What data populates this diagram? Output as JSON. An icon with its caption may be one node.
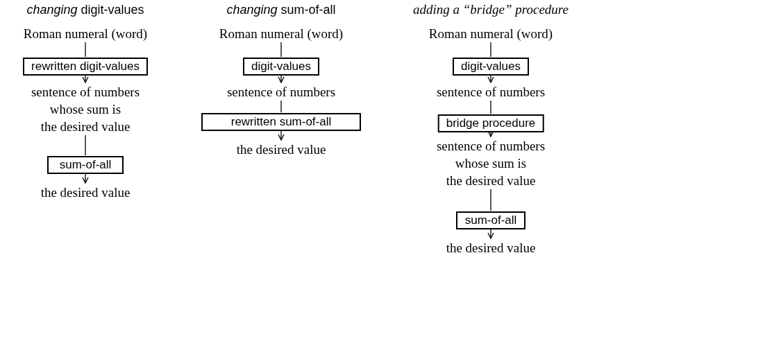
{
  "diagram": {
    "nodes": [
      {
        "text": [
          "Roman numeral (word)"
        ]
      },
      {
        "text": [
          "rewritten digit-values"
        ]
      },
      {
        "text": [
          "sentence of numbers whose sum is the desired value"
        ]
      },
      {
        "text": [
          "sum-of-all"
        ]
      },
      {
        "text": [
          "the desired value"
        ]
      },
      {
        "text": [
          "Roman numeral (word)"
        ]
      },
      {
        "text": [
          "digit-values"
        ]
      },
      {
        "text": [
          "sentence of numbers"
        ]
      },
      {
        "text": [
          "rewritten sum-of-all"
        ]
      },
      {
        "text": [
          "the desired value"
        ]
      },
      {
        "text": [
          "Roman numeral (word)"
        ]
      },
      {
        "text": [
          "digit-values"
        ]
      },
      {
        "text": [
          "sentence of numbers"
        ]
      },
      {
        "text": [
          "bridge procedure"
        ]
      },
      {
        "text": [
          "sentence of numbers whose sum is the desired value"
        ]
      },
      {
        "text": [
          "sum-of-all"
        ]
      },
      {
        "text": [
          "the desired value"
        ]
      }
    ],
    "edges": [
      {
        "from": 0,
        "to": 1,
        "arrow": "none"
      },
      {
        "from": 1,
        "to": 2,
        "arrow": "to"
      },
      {
        "from": 2,
        "to": 3,
        "arrow": "none"
      },
      {
        "from": 3,
        "to": 4,
        "arrow": "to"
      },
      {
        "from": 5,
        "to": 6,
        "arrow": "none"
      },
      {
        "from": 6,
        "to": 7,
        "arrow": "to"
      },
      {
        "from": 7,
        "to": 8,
        "arrow": "none"
      },
      {
        "from": 8,
        "to": 9,
        "arrow": "to"
      },
      {
        "from": 10,
        "to": 11,
        "arrow": "none"
      },
      {
        "from": 11,
        "to": 12,
        "arrow": "to"
      },
      {
        "from": 12,
        "to": 13,
        "arrow": "none"
      },
      {
        "from": 13,
        "to": 14,
        "arrow": "to"
      },
      {
        "from": 14,
        "to": 15,
        "arrow": "none"
      },
      {
        "from": 15,
        "to": 16,
        "arrow": "to"
      }
    ],
    "labels": [
      "*changing* digit-values",
      "*changing* sum-of-all",
      "adding a “bridge” procedure"
    ]
  }
}
